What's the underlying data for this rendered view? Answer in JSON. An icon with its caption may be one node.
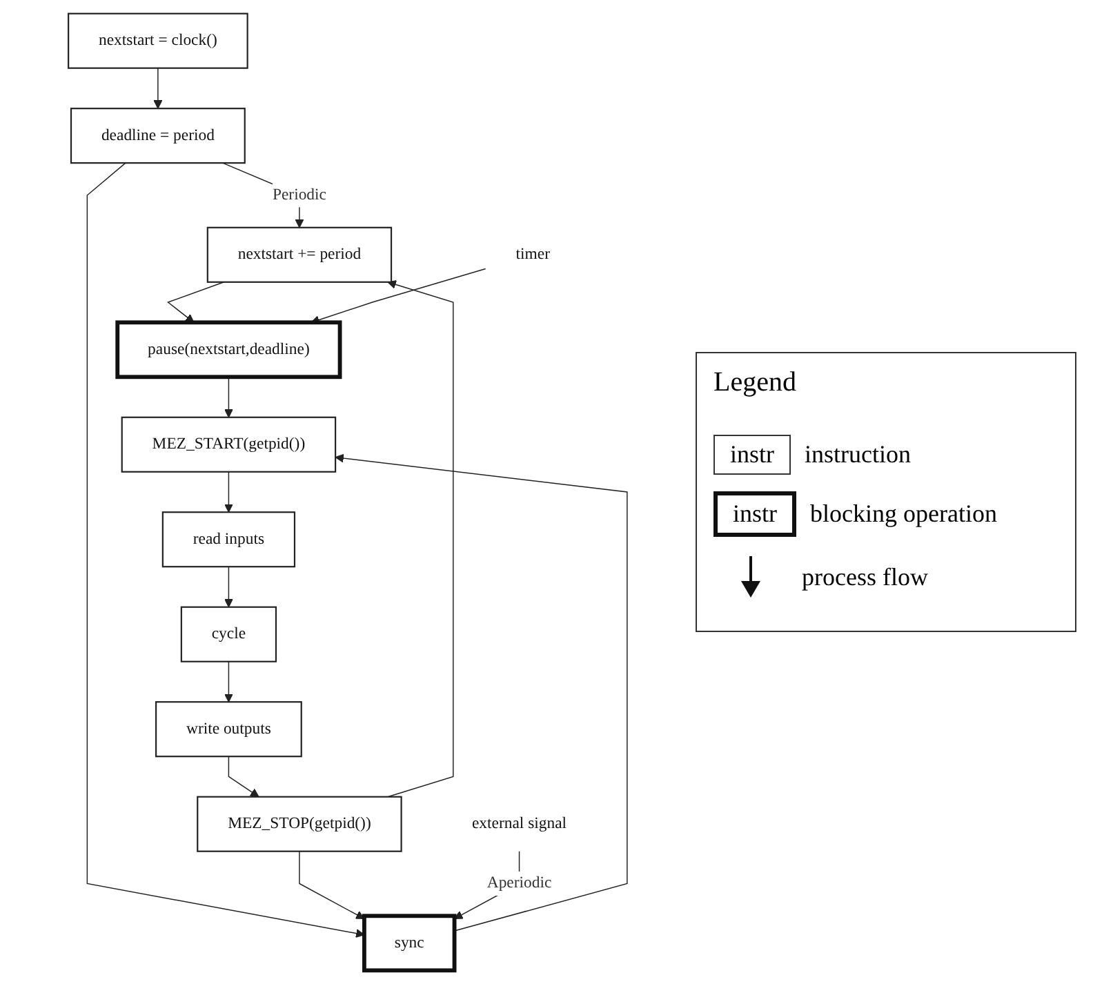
{
  "diagram": {
    "nodes": [
      {
        "text": [
          "nextstart = clock()"
        ]
      },
      {
        "text": [
          "deadline = period"
        ]
      },
      {
        "text": [
          "nextstart += period"
        ]
      },
      {
        "text": [
          "timer"
        ]
      },
      {
        "text": [
          "pause(nextstart,deadline)"
        ]
      },
      {
        "text": [
          "external signal"
        ]
      },
      {
        "text": [
          "sync"
        ]
      },
      {
        "text": [
          "MEZ_START(getpid())"
        ]
      },
      {
        "text": [
          "read inputs"
        ]
      },
      {
        "text": [
          "cycle"
        ]
      },
      {
        "text": [
          "write outputs"
        ]
      },
      {
        "text": [
          "MEZ_STOP(getpid())"
        ]
      }
    ],
    "edges": [
      {
        "from": 0,
        "to": 1,
        "arrow": "to"
      },
      {
        "from": 1,
        "to": 2,
        "arrow": "to",
        "label": "Periodic"
      },
      {
        "from": 1,
        "to": 6,
        "arrow": "to"
      },
      {
        "from": 11,
        "to": 2,
        "arrow": "to"
      },
      {
        "from": 11,
        "to": 6,
        "arrow": "to"
      },
      {
        "from": 2,
        "to": 4,
        "arrow": "to"
      },
      {
        "from": 3,
        "to": 4,
        "arrow": "to"
      },
      {
        "from": 5,
        "to": 6,
        "arrow": "to",
        "label": "Aperiodic"
      },
      {
        "from": 4,
        "to": 7,
        "arrow": "to"
      },
      {
        "from": 6,
        "to": 7,
        "arrow": "to"
      },
      {
        "from": 7,
        "to": 8,
        "arrow": "to"
      },
      {
        "from": 8,
        "to": 9,
        "arrow": "to"
      },
      {
        "from": 9,
        "to": 10,
        "arrow": "to"
      },
      {
        "from": 10,
        "to": 11,
        "arrow": "to"
      }
    ],
    "labels": [
      "Legend",
      "instr",
      "instr"
    ],
    "legend": [
      {
        "text": "instruction"
      },
      {
        "text": "blocking operation"
      },
      {
        "text": "process flow"
      }
    ]
  }
}
